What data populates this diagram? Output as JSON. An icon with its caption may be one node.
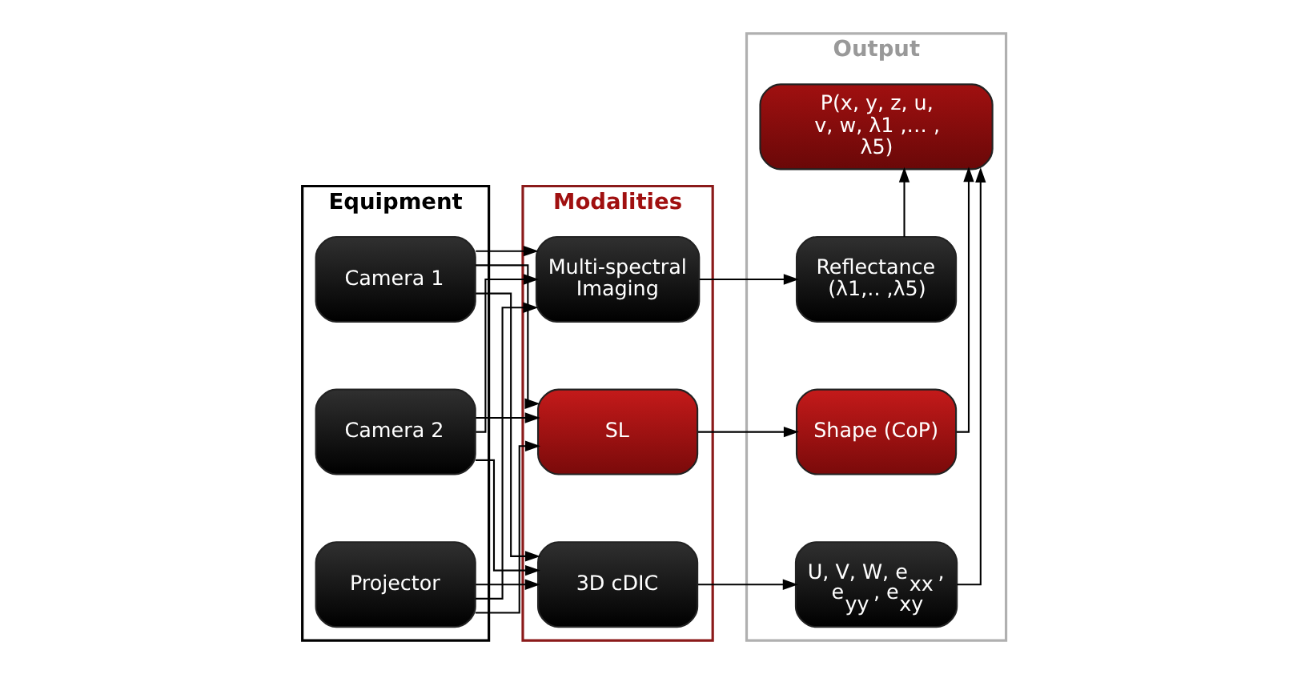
{
  "diagram": {
    "nodes": [
      {
        "text": [
          "Equipment"
        ]
      },
      {
        "text": [
          "Camera 1"
        ],
        "in": 0
      },
      {
        "text": [
          "Projector"
        ],
        "in": 0
      },
      {
        "text": [
          "Camera 2"
        ],
        "in": 0
      },
      {
        "text": [
          "Modalities"
        ]
      },
      {
        "text": [
          "3D cDIC"
        ],
        "in": 4
      },
      {
        "text": [
          "SL"
        ],
        "in": 4
      },
      {
        "text": [
          "Multi-spectral Imaging"
        ],
        "in": 4
      },
      {
        "text": [
          "Output"
        ]
      },
      {
        "text": [
          "U, V, W, e$_{xx}$ , e$_{yy}$ , e$_{xy}$"
        ],
        "in": 8
      },
      {
        "text": [
          "Shape (CoP)"
        ],
        "in": 8
      },
      {
        "text": [
          "Reflectance (λ1,.. ,λ5)"
        ],
        "in": 8
      },
      {
        "text": [
          "P(x, y, z, u, v, w, λ1 ,… , λ5)"
        ],
        "in": 8
      }
    ],
    "edges": [
      {
        "from": 1,
        "to": 5,
        "arrow": "to"
      },
      {
        "from": 1,
        "to": 6,
        "arrow": "to"
      },
      {
        "from": 1,
        "to": 7,
        "arrow": "to"
      },
      {
        "from": 2,
        "to": 5,
        "arrow": "to"
      },
      {
        "from": 2,
        "to": 6,
        "arrow": "to"
      },
      {
        "from": 2,
        "to": 7,
        "arrow": "to"
      },
      {
        "from": 3,
        "to": 5,
        "arrow": "to"
      },
      {
        "from": 3,
        "to": 6,
        "arrow": "to"
      },
      {
        "from": 3,
        "to": 7,
        "arrow": "to"
      },
      {
        "from": 5,
        "to": 9,
        "arrow": "to"
      },
      {
        "from": 6,
        "to": 10,
        "arrow": "to"
      },
      {
        "from": 7,
        "to": 11,
        "arrow": "to"
      },
      {
        "from": 9,
        "to": 12,
        "arrow": "to"
      },
      {
        "from": 10,
        "to": 12,
        "arrow": "to"
      },
      {
        "from": 11,
        "to": 12,
        "arrow": "to"
      }
    ]
  }
}
